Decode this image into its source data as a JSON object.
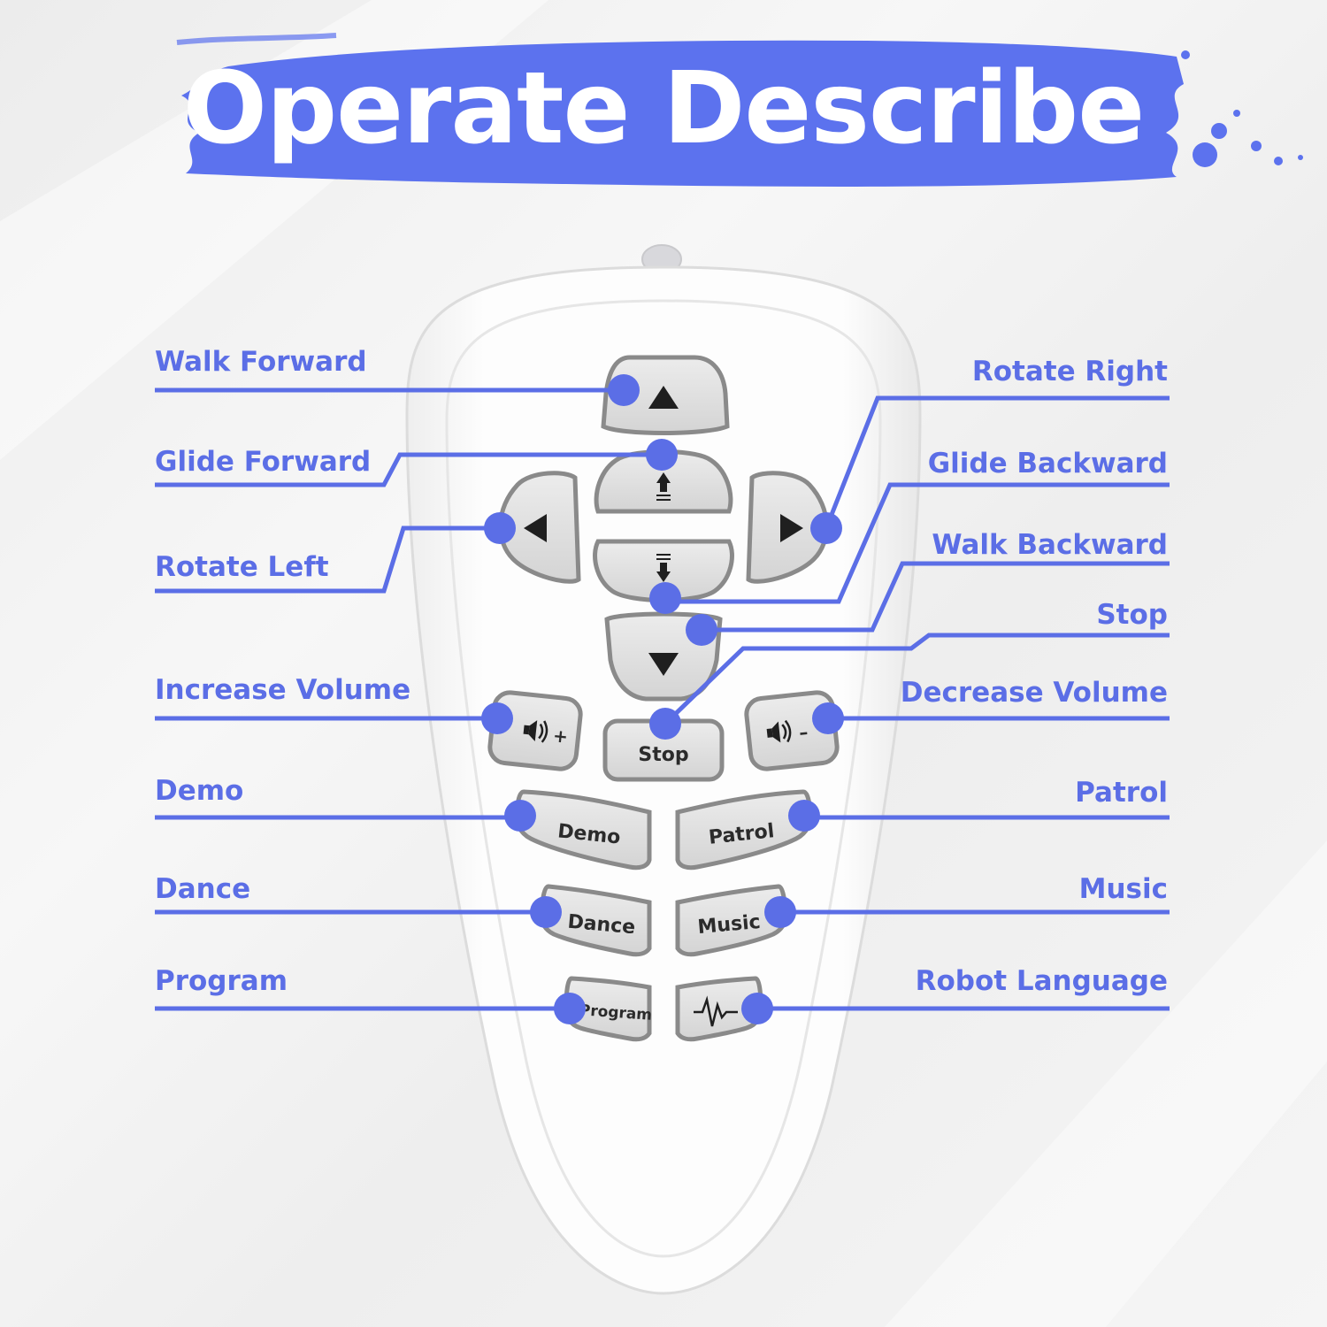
{
  "title": "Operate Describe",
  "colors": {
    "accent": "#5b6ee6",
    "banner": "#5c72ee",
    "remote_body": "#fbfbfb",
    "button_face": "#e3e3e3",
    "button_rim": "#8a8a8a",
    "button_text": "#2b2b2b"
  },
  "labels": {
    "walk_forward": "Walk Forward",
    "glide_forward": "Glide Forward",
    "rotate_left": "Rotate Left",
    "increase_volume": "Increase Volume",
    "demo": "Demo",
    "dance": "Dance",
    "program": "Program",
    "rotate_right": "Rotate Right",
    "glide_backward": "Glide Backward",
    "walk_backward": "Walk Backward",
    "stop": "Stop",
    "decrease_volume": "Decrease Volume",
    "patrol": "Patrol",
    "music": "Music",
    "robot_language": "Robot Language"
  },
  "remote": {
    "buttons": {
      "stop": "Stop",
      "demo": "Demo",
      "patrol": "Patrol",
      "dance": "Dance",
      "music": "Music",
      "program": "Program",
      "volume_up_symbol": "+",
      "volume_down_symbol": "–"
    },
    "icons": {
      "walk_forward": "triangle-up-icon",
      "walk_backward": "triangle-down-icon",
      "rotate_left": "triangle-left-icon",
      "rotate_right": "triangle-right-icon",
      "glide_forward": "arrow-up-icon",
      "glide_backward": "arrow-down-icon",
      "volume": "speaker-icon",
      "robot_language": "waveform-icon"
    }
  }
}
